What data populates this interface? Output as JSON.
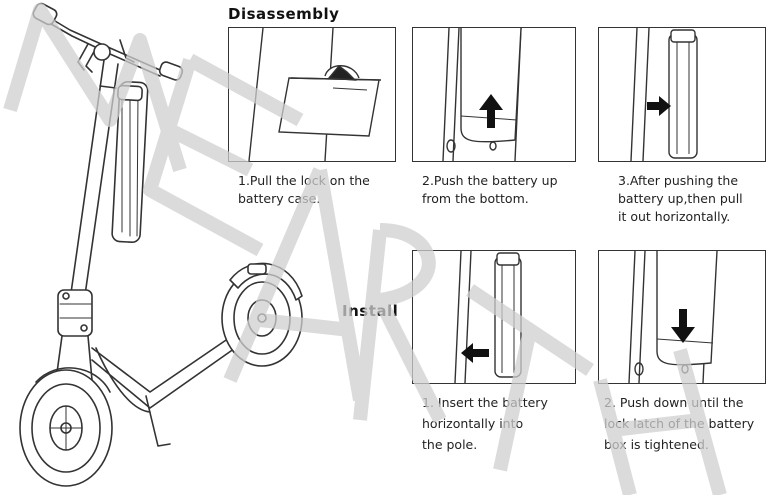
{
  "headings": {
    "disassembly": "Disassembly",
    "install": "Install"
  },
  "captions": {
    "step1": [
      "1.Pull the lock on the",
      "battery case."
    ],
    "step2": [
      "2.Push the battery up",
      "from the bottom."
    ],
    "step3": [
      "3.After pushing the",
      "battery up,then pull",
      "it out horizontally."
    ],
    "install1": [
      "1. Insert the battery",
      "horizontally into",
      "the pole."
    ],
    "install2": [
      "2. Push down until the",
      "lock latch of the battery",
      "box is tightened."
    ]
  },
  "watermark": "MEARTH"
}
